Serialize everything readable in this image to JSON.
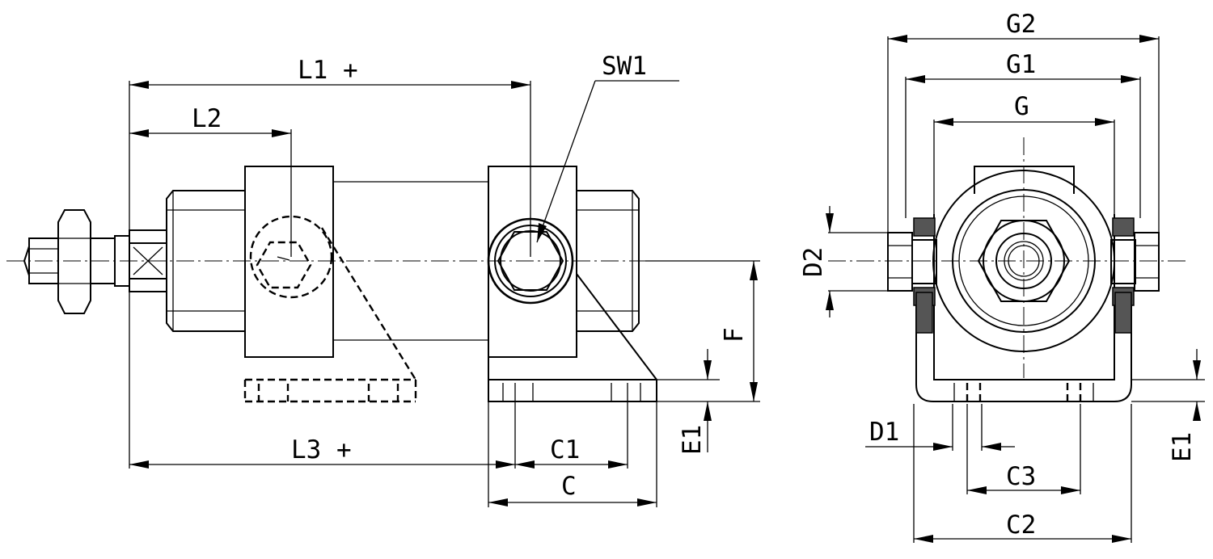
{
  "labels": {
    "L1": "L1 +",
    "L2": "L2",
    "L3": "L3 +",
    "SW1": "SW1",
    "F": "F",
    "E1_side": "E1",
    "C1": "C1",
    "C": "C",
    "G2": "G2",
    "G1": "G1",
    "G": "G",
    "D2": "D2",
    "D1": "D1",
    "C3": "C3",
    "C2": "C2",
    "E1_front": "E1"
  }
}
